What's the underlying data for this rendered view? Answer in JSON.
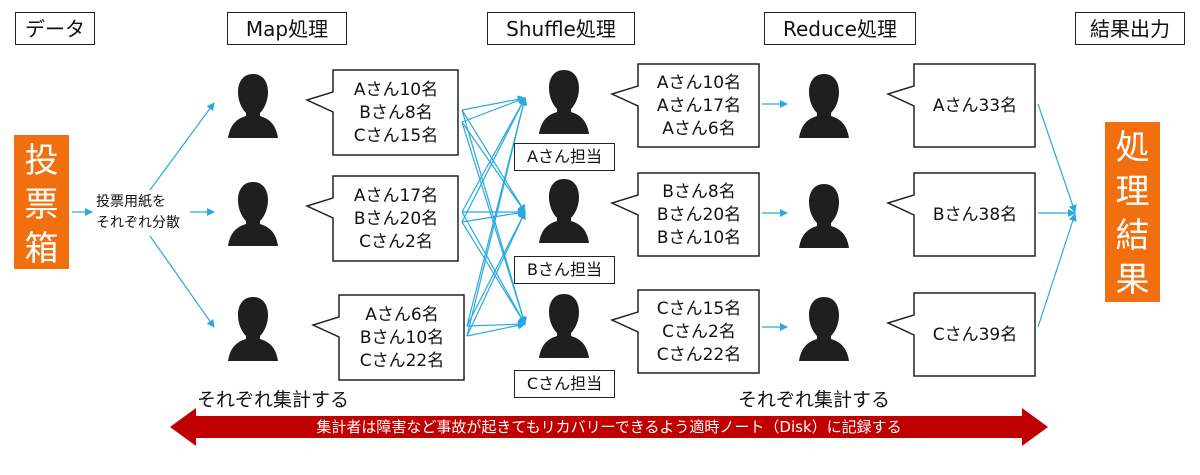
{
  "headers": {
    "data": "データ",
    "map": "Map処理",
    "shuffle": "Shuffle処理",
    "reduce": "Reduce処理",
    "output": "結果出力"
  },
  "ballot_box": {
    "chars": [
      "投",
      "票",
      "箱"
    ]
  },
  "result_box": {
    "chars": [
      "処",
      "理",
      "結",
      "果"
    ]
  },
  "distribute_label": {
    "line1": "投票用紙を",
    "line2": "それぞれ分散"
  },
  "map_outputs": [
    [
      "Aさん10名",
      "Bさん8名",
      "Cさん15名"
    ],
    [
      "Aさん17名",
      "Bさん20名",
      "Cさん2名"
    ],
    [
      "Aさん6名",
      "Bさん10名",
      "Cさん22名"
    ]
  ],
  "shuffle_tags": [
    "Aさん担当",
    "Bさん担当",
    "Cさん担当"
  ],
  "shuffle_outputs": [
    [
      "Aさん10名",
      "Aさん17名",
      "Aさん6名"
    ],
    [
      "Bさん8名",
      "Bさん20名",
      "Bさん10名"
    ],
    [
      "Cさん15名",
      "Cさん2名",
      "Cさん22名"
    ]
  ],
  "reduce_outputs": [
    "Aさん33名",
    "Bさん38名",
    "Cさん39名"
  ],
  "aggregate_left": "それぞれ集計する",
  "aggregate_right": "それぞれ集計する",
  "banner": "集計者は障害など事故が起きてもリカバリーできるよう適時ノート（Disk）に記録する",
  "colors": {
    "orange": "#f26f0f",
    "arrow": "#29a9e0",
    "banner_red": "#c00000"
  }
}
